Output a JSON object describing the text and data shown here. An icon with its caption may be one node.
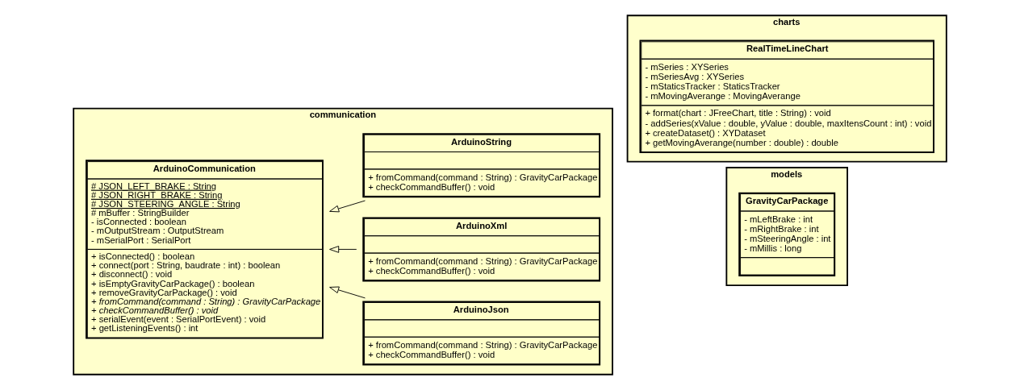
{
  "diagram": {
    "nodes": [
      {
        "text": [
          "communication"
        ]
      },
      {
        "text": [
          "ArduinoCommunication",
          "# JSON_LEFT_BRAKE : String",
          "# JSON_RIGHT_BRAKE : String",
          "# JSON_STEERING_ANGLE : String",
          "# mBuffer : StringBuilder",
          "- isConnected : boolean",
          "- mOutputStream : OutputStream",
          "- mSerialPort : SerialPort",
          "+ isConnected() : boolean",
          "+ connect(port : String, baudrate : int) : boolean",
          "+ disconnect() : void",
          "+ isEmptyGravityCarPackage() : boolean",
          "+ removeGravityCarPackage() : void",
          "+ fromCommand(command : String) : GravityCarPackage",
          "+ checkCommandBuffer() : void",
          "+ serialEvent(event : SerialPortEvent) : void",
          "+ getListeningEvents() : int"
        ],
        "in": 0
      },
      {
        "text": [
          "ArduinoString",
          "+ fromCommand(command : String) : GravityCarPackage",
          "+ checkCommandBuffer() : void"
        ],
        "in": 0
      },
      {
        "text": [
          "ArduinoXml",
          "+ fromCommand(command : String) : GravityCarPackage",
          "+ checkCommandBuffer() : void"
        ],
        "in": 0
      },
      {
        "text": [
          "ArduinoJson",
          "+ fromCommand(command : String) : GravityCarPackage",
          "+ checkCommandBuffer() : void"
        ],
        "in": 0
      },
      {
        "text": [
          "charts"
        ]
      },
      {
        "text": [
          "RealTimeLineChart",
          "- mSeries : XYSeries",
          "- mSeriesAvg : XYSeries",
          "- mStaticsTracker : StaticsTracker",
          "- mMovingAverange : MovingAverange",
          "+ format(chart : JFreeChart, title : String) : void",
          "- addSeries(xValue : double, yValue : double, maxItensCount : int) : void",
          "+ createDataset() : XYDataset",
          "+ getMovingAverange(number : double) : double"
        ],
        "in": 5
      },
      {
        "text": [
          "models"
        ]
      },
      {
        "text": [
          "GravityCarPackage",
          "- mLeftBrake : int",
          "- mRightBrake : int",
          "- mSteeringAngle : int",
          "- mMillis : long"
        ],
        "in": 7
      }
    ],
    "edges": [
      {
        "from": 2,
        "to": 1,
        "arrow": "to"
      },
      {
        "from": 3,
        "to": 1,
        "arrow": "to"
      },
      {
        "from": 4,
        "to": 1,
        "arrow": "to"
      }
    ]
  }
}
